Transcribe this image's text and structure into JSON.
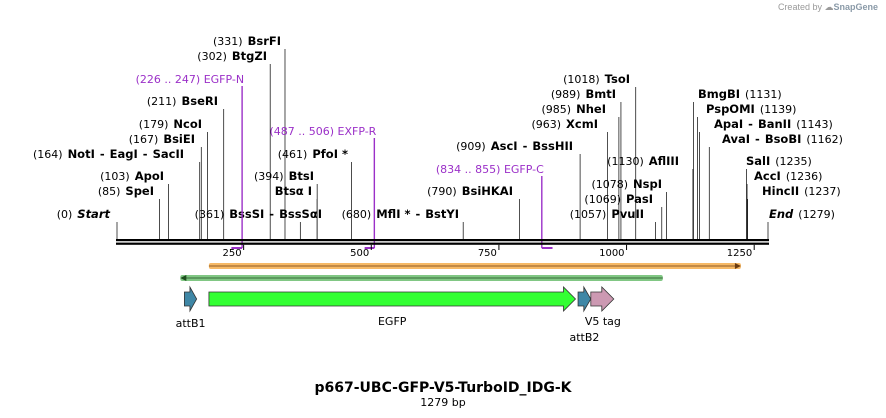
{
  "credit": {
    "prefix": "Created by",
    "brand": "SnapGene"
  },
  "title": "p667-UBC-GFP-V5-TurboID_IDG-K",
  "subtitle": "1279 bp",
  "length": 1279,
  "ticks": [
    250,
    500,
    750,
    1000,
    1250
  ],
  "sites": [
    {
      "label": [
        {
          "t": "(0)",
          "c": "pos"
        },
        {
          "t": "Start",
          "c": "nm-i"
        }
      ],
      "pos": 0
    },
    {
      "label": [
        {
          "t": "(85)",
          "c": "pos"
        },
        {
          "t": "SpeI",
          "c": "nm"
        }
      ],
      "pos": 85
    },
    {
      "label": [
        {
          "t": "(103)",
          "c": "pos"
        },
        {
          "t": "ApoI",
          "c": "nm"
        }
      ],
      "pos": 103
    },
    {
      "label": [
        {
          "t": "(164)",
          "c": "pos"
        },
        {
          "t": "NotI",
          "c": "nm"
        },
        {
          "t": "-",
          "c": "nm"
        },
        {
          "t": "EagI",
          "c": "nm"
        },
        {
          "t": "-",
          "c": "nm"
        },
        {
          "t": "SacII",
          "c": "nm"
        }
      ],
      "pos": 164
    },
    {
      "label": [
        {
          "t": "(167)",
          "c": "pos"
        },
        {
          "t": "BsiEI",
          "c": "nm"
        }
      ],
      "pos": 167
    },
    {
      "label": [
        {
          "t": "(179)",
          "c": "pos"
        },
        {
          "t": "NcoI",
          "c": "nm"
        }
      ],
      "pos": 179
    },
    {
      "label": [
        {
          "t": "(211)",
          "c": "pos"
        },
        {
          "t": "BseRI",
          "c": "nm"
        }
      ],
      "pos": 211
    },
    {
      "label": [
        {
          "t": "(302)",
          "c": "pos"
        },
        {
          "t": "BtgZI",
          "c": "nm"
        }
      ],
      "pos": 302
    },
    {
      "label": [
        {
          "t": "(331)",
          "c": "pos"
        },
        {
          "t": "BsrFI",
          "c": "nm"
        }
      ],
      "pos": 331
    },
    {
      "label": [
        {
          "t": "(361)",
          "c": "pos"
        },
        {
          "t": "BssSI",
          "c": "nm"
        },
        {
          "t": "-",
          "c": "nm"
        },
        {
          "t": "BssSαI",
          "c": "nm"
        }
      ],
      "pos": 361
    },
    {
      "label": [
        {
          "t": "(394)",
          "c": "pos"
        },
        {
          "t": "BtsI",
          "c": "nm"
        }
      ],
      "pos": 394
    },
    {
      "label": [
        {
          "t": "Btsα I",
          "c": "nm"
        }
      ],
      "pos": 394
    },
    {
      "label": [
        {
          "t": "(461)",
          "c": "pos"
        },
        {
          "t": "PfoI *",
          "c": "nm"
        }
      ],
      "pos": 461
    },
    {
      "label": [
        {
          "t": "(680)",
          "c": "pos"
        },
        {
          "t": "MflI *",
          "c": "nm"
        },
        {
          "t": "-",
          "c": "nm"
        },
        {
          "t": "BstYI",
          "c": "nm"
        }
      ],
      "pos": 680
    },
    {
      "label": [
        {
          "t": "(790)",
          "c": "pos"
        },
        {
          "t": "BsiHKAI",
          "c": "nm"
        }
      ],
      "pos": 790
    },
    {
      "label": [
        {
          "t": "(909)",
          "c": "pos"
        },
        {
          "t": "AscI",
          "c": "nm"
        },
        {
          "t": "-",
          "c": "nm"
        },
        {
          "t": "BssHII",
          "c": "nm"
        }
      ],
      "pos": 909
    },
    {
      "label": [
        {
          "t": "(963)",
          "c": "pos"
        },
        {
          "t": "XcmI",
          "c": "nm"
        }
      ],
      "pos": 963
    },
    {
      "label": [
        {
          "t": "(985)",
          "c": "pos"
        },
        {
          "t": "NheI",
          "c": "nm"
        }
      ],
      "pos": 985
    },
    {
      "label": [
        {
          "t": "(989)",
          "c": "pos"
        },
        {
          "t": "BmtI",
          "c": "nm"
        }
      ],
      "pos": 989
    },
    {
      "label": [
        {
          "t": "(1018)",
          "c": "pos"
        },
        {
          "t": "TsoI",
          "c": "nm"
        }
      ],
      "pos": 1018
    },
    {
      "label": [
        {
          "t": "(1057)",
          "c": "pos"
        },
        {
          "t": "PvuII",
          "c": "nm"
        }
      ],
      "pos": 1057
    },
    {
      "label": [
        {
          "t": "(1069)",
          "c": "pos"
        },
        {
          "t": "PasI",
          "c": "nm"
        }
      ],
      "pos": 1069
    },
    {
      "label": [
        {
          "t": "(1078)",
          "c": "pos"
        },
        {
          "t": "NspI",
          "c": "nm"
        }
      ],
      "pos": 1078
    },
    {
      "label": [
        {
          "t": "(1130)",
          "c": "pos"
        },
        {
          "t": "AflIII",
          "c": "nm"
        }
      ],
      "pos": 1130
    },
    {
      "label": [
        {
          "t": "BmgBI",
          "c": "nm"
        },
        {
          "t": "(1131)",
          "c": "pos"
        }
      ],
      "pos": 1131
    },
    {
      "label": [
        {
          "t": "PspOMI",
          "c": "nm"
        },
        {
          "t": "(1139)",
          "c": "pos"
        }
      ],
      "pos": 1139
    },
    {
      "label": [
        {
          "t": "ApaI",
          "c": "nm"
        },
        {
          "t": "-",
          "c": "nm"
        },
        {
          "t": "BanII",
          "c": "nm"
        },
        {
          "t": "(1143)",
          "c": "pos"
        }
      ],
      "pos": 1143
    },
    {
      "label": [
        {
          "t": "AvaI",
          "c": "nm"
        },
        {
          "t": "-",
          "c": "nm"
        },
        {
          "t": "BsoBI",
          "c": "nm"
        },
        {
          "t": "(1162)",
          "c": "pos"
        }
      ],
      "pos": 1162
    },
    {
      "label": [
        {
          "t": "SalI",
          "c": "nm"
        },
        {
          "t": "(1235)",
          "c": "pos"
        }
      ],
      "pos": 1235
    },
    {
      "label": [
        {
          "t": "AccI",
          "c": "nm"
        },
        {
          "t": "(1236)",
          "c": "pos"
        }
      ],
      "pos": 1236
    },
    {
      "label": [
        {
          "t": "HincII",
          "c": "nm"
        },
        {
          "t": "(1237)",
          "c": "pos"
        }
      ],
      "pos": 1237
    },
    {
      "label": [
        {
          "t": "End",
          "c": "nm-i"
        },
        {
          "t": "(1279)",
          "c": "pos"
        }
      ],
      "pos": 1279
    }
  ],
  "primers": [
    {
      "label": "(226 .. 247)  EGFP-N",
      "start": 226,
      "end": 247,
      "dir": "reverse"
    },
    {
      "label": "(487 .. 506)  EXFP-R",
      "start": 487,
      "end": 506,
      "dir": "reverse"
    },
    {
      "label": "(834 .. 855)  EGFP-C",
      "start": 834,
      "end": 855,
      "dir": "forward"
    }
  ],
  "features": [
    {
      "name": "attB1",
      "start": 134,
      "end": 158,
      "color": "#3f87a6"
    },
    {
      "name": "EGFP",
      "start": 182,
      "end": 900,
      "color": "#33ff33"
    },
    {
      "name": "attB2",
      "start": 905,
      "end": 930,
      "color": "#3f87a6"
    },
    {
      "name": "V5 tag",
      "start": 930,
      "end": 975,
      "color": "#cc99b2"
    }
  ],
  "orf_forward": {
    "start": 182,
    "end": 1224,
    "color": "#f5b55e"
  },
  "orf_reverse": {
    "start": 126,
    "end": 1071,
    "color": "#4caf50"
  },
  "colors": {
    "primer": "#9b30c8",
    "backbone": "#000000"
  }
}
